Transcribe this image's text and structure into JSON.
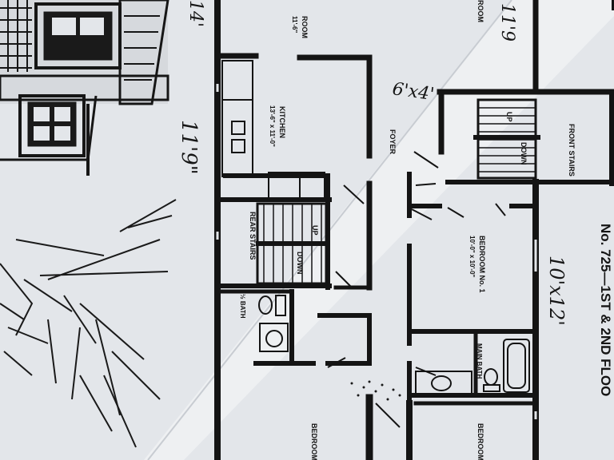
{
  "plan": {
    "title": "No. 725—1ST & 2ND FLOO",
    "rooms": {
      "room_top_left": "ROOM",
      "room_top_left_size": "11'-6\"",
      "kitchen": "KITCHEN",
      "kitchen_size": "13'-6\" x 11'-0\"",
      "foyer": "FOYER",
      "front_stairs": "FRONT STAIRS",
      "rear_stairs": "REAR STAIRS",
      "half_bath": "½ BATH",
      "bedroom1": "BEDROOM No. 1",
      "bedroom1_size": "10'-0\" x 10'-0\"",
      "main_bath": "MAIN BATH",
      "room_top_right": "ROOM",
      "bedroom_lower_left": "BEDROOM",
      "bedroom_lower_right": "BEDROOM"
    },
    "stair_labels": {
      "up_1": "UP",
      "down_1": "DOWN",
      "up_2": "UP",
      "down_2": "DOWN"
    },
    "handwritten": {
      "n1": "11'9\"",
      "n2": "6'x4'",
      "n3": "10'x12'",
      "n4": "14'",
      "n5": "11'9"
    }
  },
  "colors": {
    "paper": "#e3e6ea",
    "ink": "#141414"
  }
}
